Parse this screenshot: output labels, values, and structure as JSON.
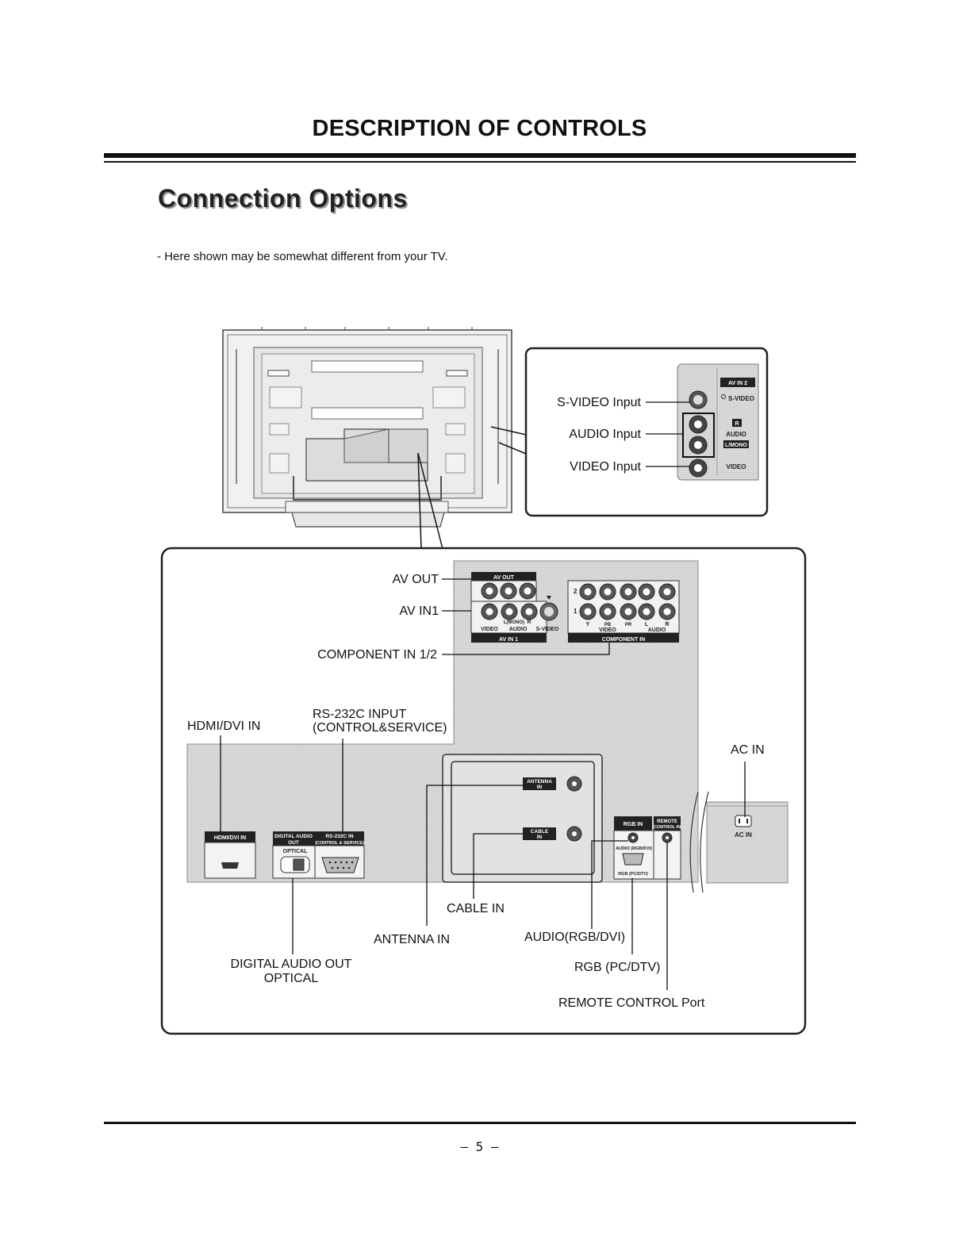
{
  "page": {
    "title": "DESCRIPTION OF CONTROLS",
    "section_title": "Connection Options",
    "note": "- Here shown may be somewhat different from your TV.",
    "page_number": "– 5 –"
  },
  "side_panel": {
    "callouts": {
      "svideo": "S-VIDEO Input",
      "audio": "AUDIO Input",
      "video": "VIDEO Input"
    },
    "panel_labels": {
      "header": "AV IN 2",
      "svideo": "S-VIDEO",
      "r": "R",
      "audio": "AUDIO",
      "lmono": "L/MONO",
      "video": "VIDEO"
    }
  },
  "rear_panel": {
    "callouts": {
      "av_out": "AV OUT",
      "av_in1": "AV IN1",
      "component": "COMPONENT IN 1/2",
      "hdmi": "HDMI/DVI IN",
      "rs232_line1": "RS-232C INPUT",
      "rs232_line2": "(CONTROL&SERVICE)",
      "ac_in": "AC IN",
      "cable_in": "CABLE IN",
      "antenna_in": "ANTENNA IN",
      "audio_rgb": "AUDIO(RGB/DVI)",
      "digital_line1": "DIGITAL AUDIO OUT",
      "digital_line2": "OPTICAL",
      "rgb": "RGB (PC/DTV)",
      "remote": "REMOTE CONTROL Port"
    },
    "panel_labels": {
      "av_out": "AV OUT",
      "av_in1": "AV IN 1",
      "video": "VIDEO",
      "l_mono": "L(MONO)",
      "r": "R",
      "audio": "AUDIO",
      "s_video": "S-VIDEO",
      "row2": "2",
      "row1": "1",
      "y": "Y",
      "pb": "PB",
      "pr": "PR",
      "comp_video": "VIDEO",
      "l": "L",
      "comp_r": "R",
      "comp_audio": "AUDIO",
      "component_in": "COMPONENT IN",
      "hdmi_dvi_in": "HDMI/DVI IN",
      "digital_audio": "DIGITAL AUDIO",
      "out": "OUT",
      "optical": "OPTICAL",
      "rs232c_in": "RS-232C IN",
      "control_service": "(CONTROL & SERVICE)",
      "antenna": "ANTENNA",
      "antenna_in": "IN",
      "cable": "CABLE",
      "cable_in": "IN",
      "rgb_in": "RGB IN",
      "remote": "REMOTE",
      "control_in": "CONTROL IN",
      "audio_rgb_dvi": "AUDIO (RGB/DVI)",
      "rgb_pc_dtv": "RGB (PC/DTV)",
      "ac_in": "AC IN"
    }
  }
}
